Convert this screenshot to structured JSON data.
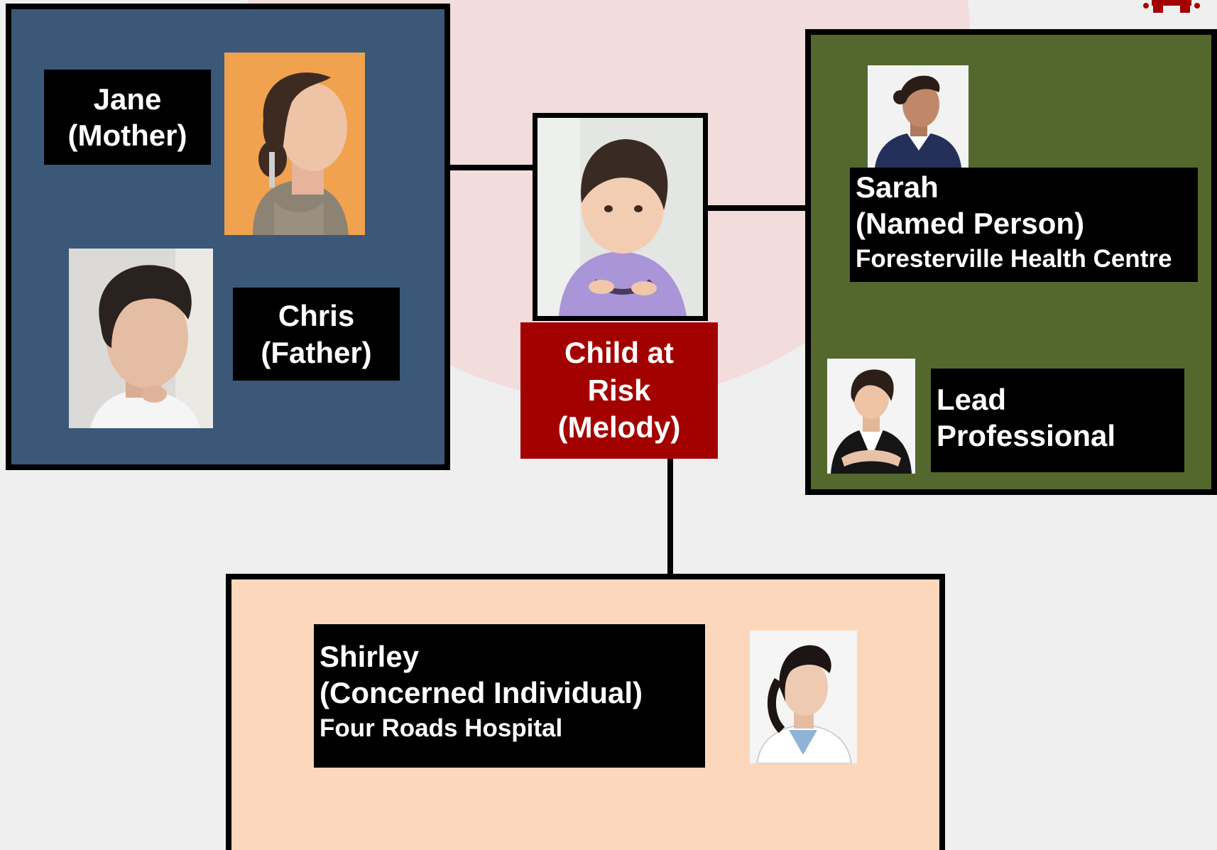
{
  "colors": {
    "family_group": "#3b5878",
    "professionals_group": "#54682e",
    "concerned_group": "#fcd7bb",
    "risk_box": "#a30000",
    "background_circle": "#f2dcdc",
    "background": "#efefef"
  },
  "family": {
    "mother": {
      "name": "Jane",
      "role": "(Mother)"
    },
    "father": {
      "name": "Chris",
      "role": "(Father)"
    }
  },
  "child": {
    "line1": "Child at",
    "line2": "Risk",
    "line3": "(Melody)"
  },
  "professionals": {
    "named_person": {
      "name": "Sarah",
      "role": "(Named Person)",
      "organisation": "Foresterville Health Centre"
    },
    "lead_professional": {
      "line1": "Lead",
      "line2": "Professional"
    }
  },
  "concerned": {
    "name": "Shirley",
    "role": "(Concerned Individual)",
    "organisation": "Four Roads Hospital"
  },
  "icons": {
    "mother_photo": "woman-portrait-photo",
    "father_photo": "man-portrait-photo",
    "child_photo": "toddler-photo",
    "named_person_photo": "nurse-photo",
    "lead_professional_photo": "businesswoman-photo",
    "concerned_photo": "doctor-photo",
    "logo": "brand-logo"
  }
}
